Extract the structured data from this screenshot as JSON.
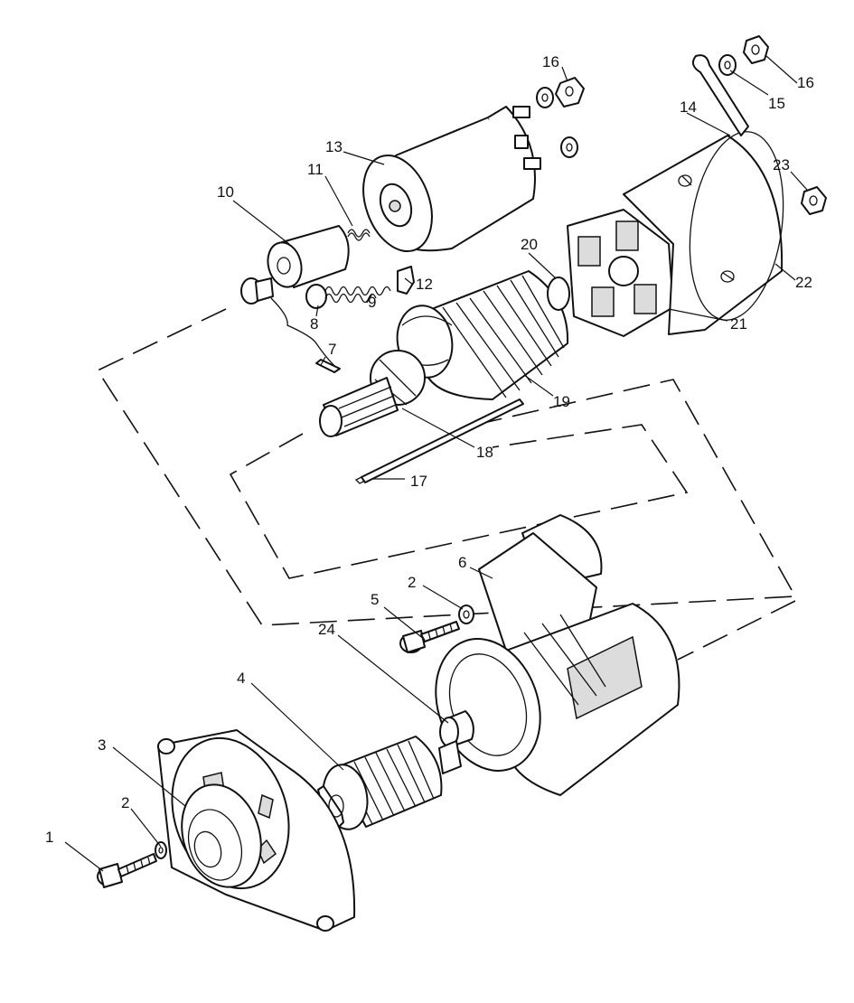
{
  "callouts": [
    "1",
    "2",
    "3",
    "4",
    "5",
    "6",
    "7",
    "8",
    "9",
    "10",
    "11",
    "12",
    "13",
    "14",
    "15",
    "16",
    "17",
    "18",
    "19",
    "20",
    "21",
    "22",
    "23",
    "24"
  ],
  "colors": {
    "ink": "#111111",
    "paper": "#ffffff",
    "shade": "#dcdcdc"
  }
}
